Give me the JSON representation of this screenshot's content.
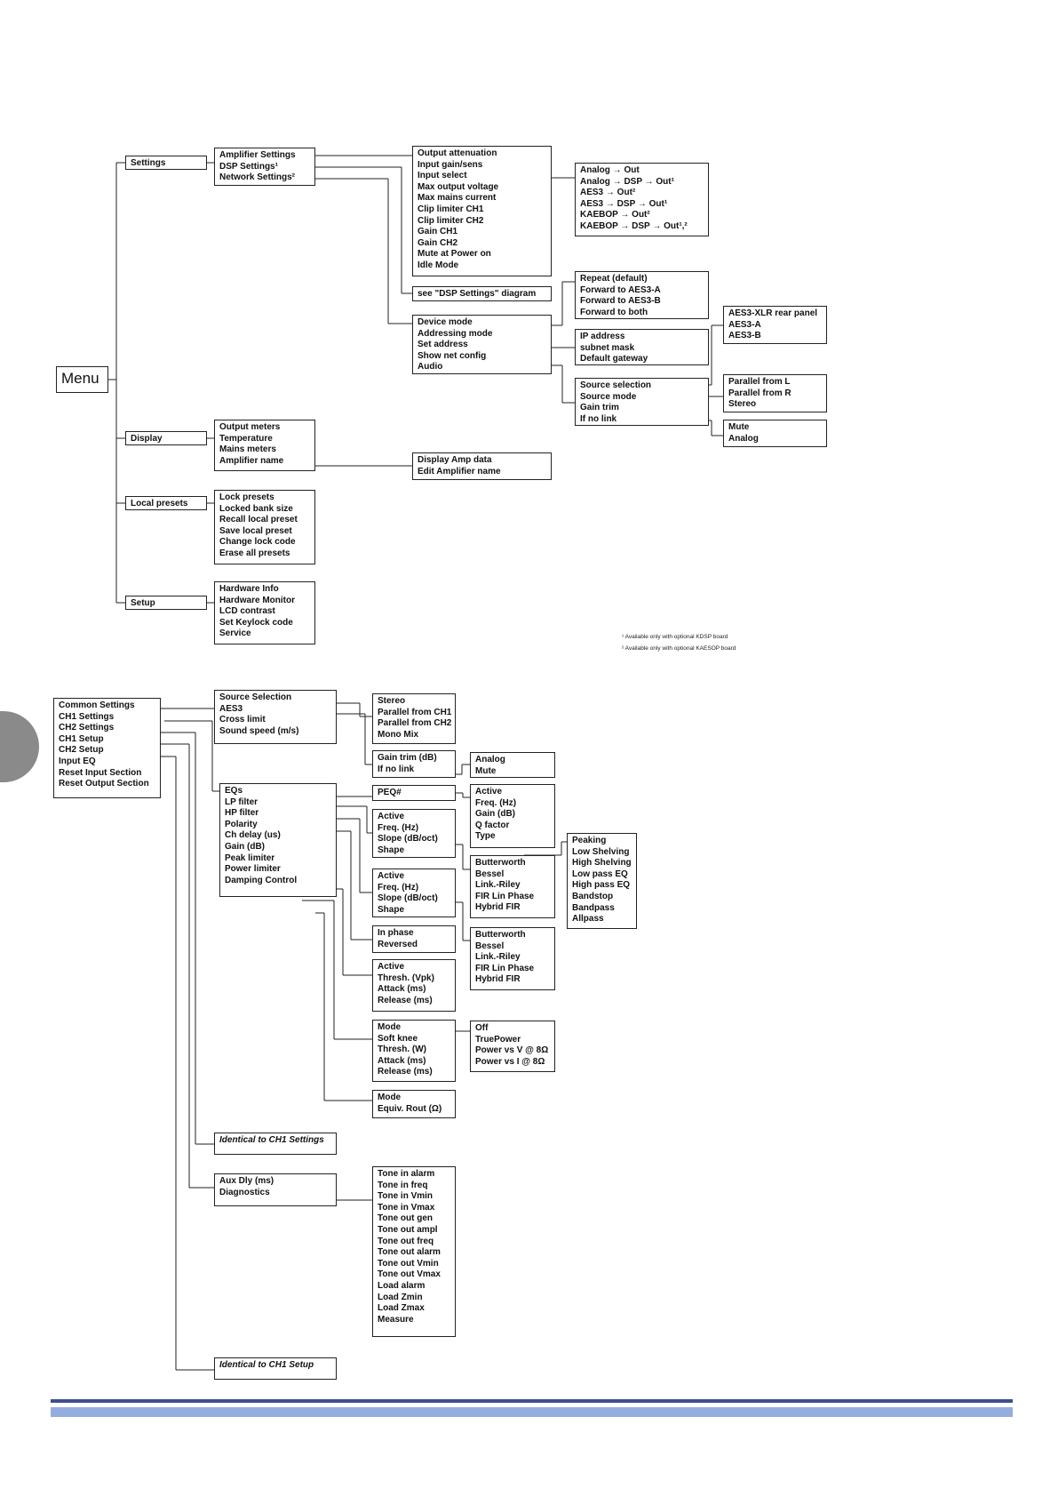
{
  "menu_tree": {
    "menu": {
      "lines": [
        "Menu"
      ]
    },
    "settings": {
      "lines": [
        "Settings"
      ]
    },
    "settings_group": {
      "lines": [
        "Amplifier Settings",
        "DSP Settings¹",
        "Network Settings²"
      ]
    },
    "amplifier_settings": {
      "lines": [
        "Output attenuation",
        "Input gain/sens",
        "Input select",
        "Max output voltage",
        "Max mains current",
        "Clip limiter CH1",
        "Clip limiter CH2",
        "Gain CH1",
        "Gain CH2",
        "Mute at Power on",
        "Idle Mode"
      ]
    },
    "input_select": {
      "lines": [
        "Analog      → Out",
        "Analog      → DSP → Out¹",
        "AES3        → Out²",
        "AES3        → DSP → Out¹",
        "KAEBOP → Out²",
        "KAEBOP → DSP → Out¹,²"
      ]
    },
    "dsp_settings_ref": {
      "lines": [
        "see \"DSP Settings\" diagram"
      ]
    },
    "network_settings": {
      "lines": [
        "Device mode",
        "Addressing mode",
        "Set address",
        "Show net config",
        "Audio"
      ]
    },
    "device_mode": {
      "lines": [
        "Repeat (default)",
        "Forward to AES3-A",
        "Forward to AES3-B",
        "Forward to both"
      ]
    },
    "set_address": {
      "lines": [
        "IP address",
        "subnet mask",
        "Default gateway"
      ]
    },
    "audio": {
      "lines": [
        "Source selection",
        "Source mode",
        "Gain trim",
        "If no link"
      ]
    },
    "source_selection": {
      "lines": [
        "AES3-XLR rear panel",
        "AES3-A",
        "AES3-B"
      ]
    },
    "source_mode": {
      "lines": [
        "Parallel from L",
        "Parallel from R",
        "Stereo"
      ]
    },
    "if_no_link": {
      "lines": [
        "Mute",
        "Analog"
      ]
    },
    "display": {
      "lines": [
        "Display"
      ]
    },
    "display_group": {
      "lines": [
        "Output meters",
        "Temperature",
        "Mains meters",
        "Amplifier name"
      ]
    },
    "amplifier_name": {
      "lines": [
        "Display Amp data",
        "Edit Amplifier name"
      ]
    },
    "local_presets": {
      "lines": [
        "Local presets"
      ]
    },
    "local_presets_group": {
      "lines": [
        "Lock presets",
        "Locked bank size",
        "Recall local preset",
        "Save local preset",
        "Change lock code",
        "Erase all presets"
      ]
    },
    "setup": {
      "lines": [
        "Setup"
      ]
    },
    "setup_group": {
      "lines": [
        "Hardware Info",
        "Hardware Monitor",
        "LCD contrast",
        "Set Keylock code",
        "Service"
      ]
    }
  },
  "dsp_tree": {
    "dsp_root": {
      "lines": [
        "Common Settings",
        "CH1 Settings",
        "CH2 Settings",
        "CH1 Setup",
        "CH2 Setup",
        "Input EQ",
        "Reset Input Section",
        "Reset Output Section"
      ]
    },
    "common_settings": {
      "lines": [
        "Source Selection",
        "AES3",
        "Cross limit",
        "Sound speed (m/s)"
      ]
    },
    "source_selection_dsp": {
      "lines": [
        "Stereo",
        "Parallel from CH1",
        "Parallel from CH2",
        "Mono Mix"
      ]
    },
    "aes3_dsp": {
      "lines": [
        "Gain trim (dB)",
        "If no link"
      ]
    },
    "if_no_link_dsp": {
      "lines": [
        "Analog",
        "Mute"
      ]
    },
    "ch1_settings": {
      "lines": [
        "EQs",
        "LP filter",
        "HP filter",
        "Polarity",
        "Ch delay (us)",
        "Gain (dB)",
        "Peak limiter",
        "Power limiter",
        "Damping Control"
      ]
    },
    "eqs": {
      "lines": [
        "PEQ#"
      ]
    },
    "peq": {
      "lines": [
        "Active",
        "Freq. (Hz)",
        "Gain (dB)",
        "Q factor",
        "Type"
      ]
    },
    "peq_type": {
      "lines": [
        "Peaking",
        "Low Shelving",
        "High Shelving",
        "Low pass EQ",
        "High pass EQ",
        "Bandstop",
        "Bandpass",
        "Allpass"
      ]
    },
    "lp_filter": {
      "lines": [
        "Active",
        "Freq. (Hz)",
        "Slope (dB/oct)",
        "Shape"
      ]
    },
    "lp_shape": {
      "lines": [
        "Butterworth",
        "Bessel",
        "Link.-Riley",
        "FIR Lin Phase",
        "Hybrid FIR"
      ]
    },
    "hp_filter": {
      "lines": [
        "Active",
        "Freq. (Hz)",
        "Slope (dB/oct)",
        "Shape"
      ]
    },
    "hp_shape": {
      "lines": [
        "Butterworth",
        "Bessel",
        "Link.-Riley",
        "FIR Lin Phase",
        "Hybrid FIR"
      ]
    },
    "polarity": {
      "lines": [
        "In phase",
        "Reversed"
      ]
    },
    "peak_limiter": {
      "lines": [
        "Active",
        "Thresh. (Vpk)",
        "Attack (ms)",
        "Release (ms)"
      ]
    },
    "power_limiter": {
      "lines": [
        "Mode",
        "Soft knee",
        "Thresh. (W)",
        "Attack (ms)",
        "Release (ms)"
      ]
    },
    "power_limiter_mode": {
      "lines": [
        "Off",
        "TruePower",
        "Power vs V @ 8Ω",
        "Power vs I @ 8Ω"
      ]
    },
    "damping_control": {
      "lines": [
        "Mode",
        "Equiv. Rout (Ω)"
      ]
    },
    "ch2_settings": {
      "lines": [
        "Identical to CH1 Settings"
      ]
    },
    "ch1_setup": {
      "lines": [
        "Aux Dly (ms)",
        "Diagnostics"
      ]
    },
    "diagnostics": {
      "lines": [
        "Tone in alarm",
        "Tone in freq",
        "Tone in Vmin",
        "Tone in Vmax",
        "Tone out gen",
        "Tone out ampl",
        "Tone out freq",
        "Tone out alarm",
        "Tone out Vmin",
        "Tone out Vmax",
        "Load alarm",
        "Load Zmin",
        "Load Zmax",
        "Measure"
      ]
    },
    "ch2_setup": {
      "lines": [
        "Identical to CH1 Setup"
      ]
    }
  },
  "footnotes": {
    "note1": "¹ Available only with optional KDSP board",
    "note2": "² Available only with optional KAESOP board"
  },
  "colors": {
    "line": "#222222",
    "tab": "#8a8a8a",
    "rule_dark": "#3d4f8f",
    "rule_light": "#93aede"
  }
}
